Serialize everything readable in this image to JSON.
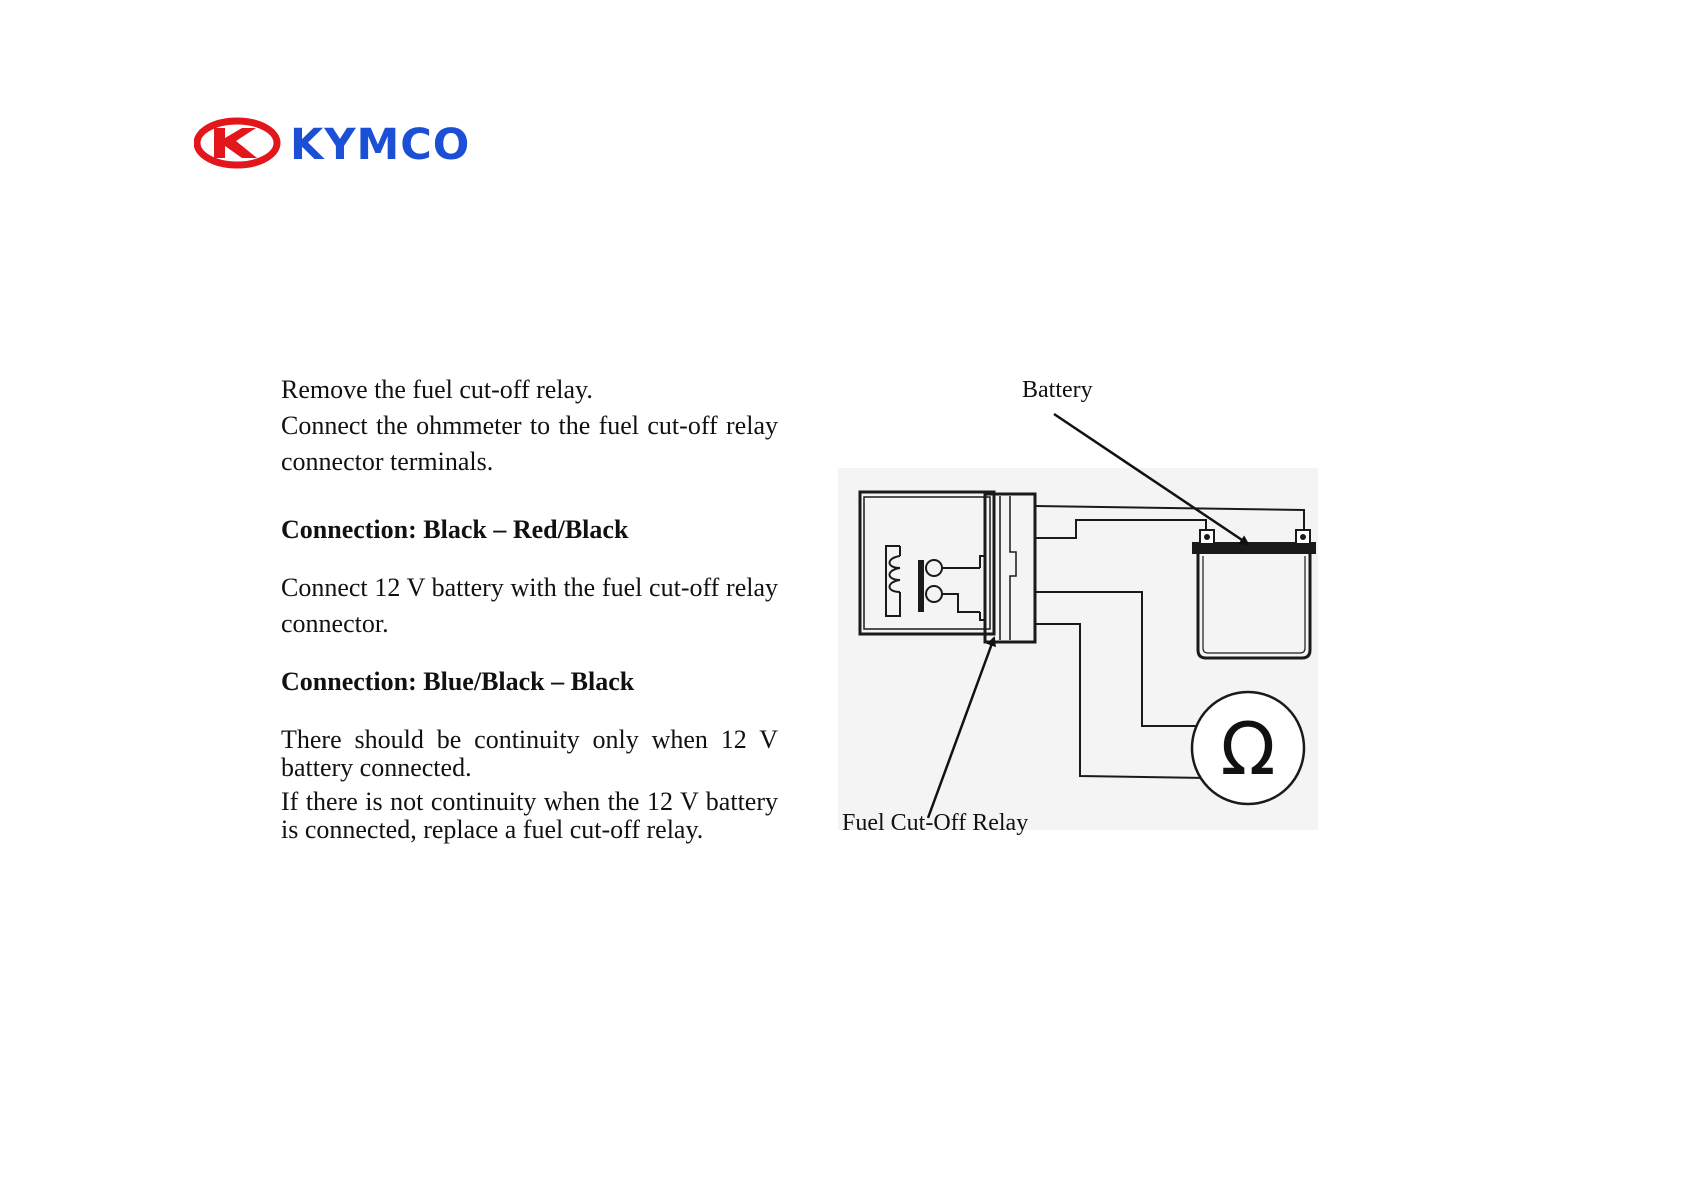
{
  "logo": {
    "text": "KYMCO",
    "colors": {
      "mark": "#e3161b",
      "text": "#1a4fd6"
    }
  },
  "instructions": {
    "p1": "Remove the fuel cut-off relay.",
    "p2": "Connect the ohmmeter to the fuel cut-off relay connector terminals.",
    "connection1": "Connection: Black – Red/Black",
    "p3": "Connect 12 V battery with the fuel cut-off relay connector.",
    "connection2": "Connection: Blue/Black – Black",
    "p4": "There should be continuity only when 12 V battery connected.",
    "p5": "If there is not continuity when the 12 V battery is connected, replace a fuel cut-off relay."
  },
  "diagram": {
    "battery_label": "Battery",
    "relay_label": "Fuel Cut-Off Relay",
    "ohmmeter_symbol": "Ω"
  }
}
